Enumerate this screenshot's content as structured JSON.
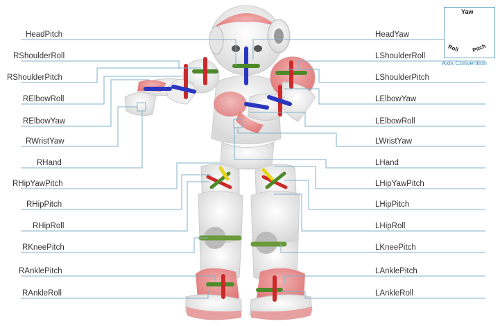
{
  "left_labels": [
    "HeadPitch",
    "RShoulderRoll",
    "RShoulderPitch",
    "RElbowRoll",
    "RElbowYaw",
    "RWristYaw",
    "RHand",
    "RHipYawPitch",
    "RHipPitch",
    "RHipRoll",
    "RKneePitch",
    "RAnklePitch",
    "RAnkleRoll"
  ],
  "right_labels": [
    "HeadYaw",
    "LShoulderRoll",
    "LShoulderPitch",
    "LElbowYaw",
    "LElbowRoll",
    "LWristYaw",
    "LHand",
    "LHipYawPitch",
    "LHipPitch",
    "LHipRoll",
    "LKneePitch",
    "LAnklePitch",
    "LAnkleRoll"
  ],
  "axis_convention": {
    "title": "Axis Convention",
    "yaw": "Yaw",
    "roll": "Roll",
    "pitch": "Pitch"
  },
  "colors": {
    "line": "#7fb2c9",
    "robot_red": "#e88a8a",
    "robot_body": "#ececec",
    "axis_red": "#cc2a2a",
    "axis_green": "#4d8a2a",
    "axis_blue": "#2a35c0",
    "axis_yellow": "#e8d41a"
  }
}
